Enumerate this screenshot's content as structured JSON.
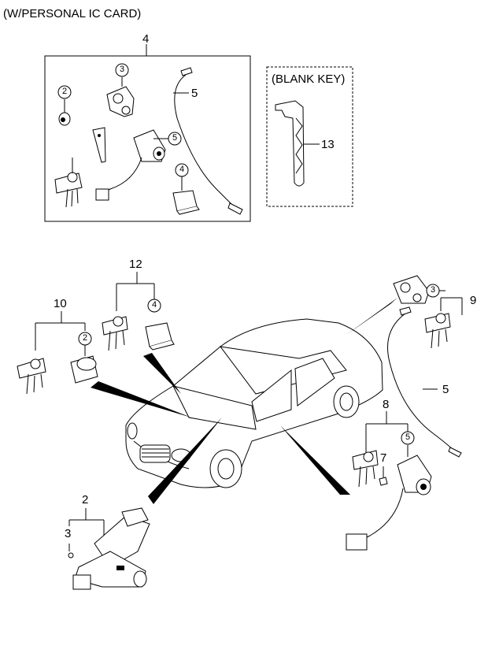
{
  "header": {
    "variant": "(W/PERSONAL IC CARD)"
  },
  "kit_box": {
    "number": "4"
  },
  "blank_key": {
    "label": "(BLANK KEY)",
    "number": "13"
  },
  "callouts": {
    "c2_top": "2",
    "c3_top": "3",
    "c5_top_a": "5",
    "c5_top_b": "5",
    "c4_top": "4",
    "c12": "12",
    "c4_mid": "4",
    "c10": "10",
    "c2_mid": "2",
    "c3_right": "3",
    "c9": "9",
    "c5_right": "5",
    "c8": "8",
    "c5_bottom": "5",
    "c7": "7",
    "c2_bottom": "2",
    "c3_bottom": "3"
  }
}
